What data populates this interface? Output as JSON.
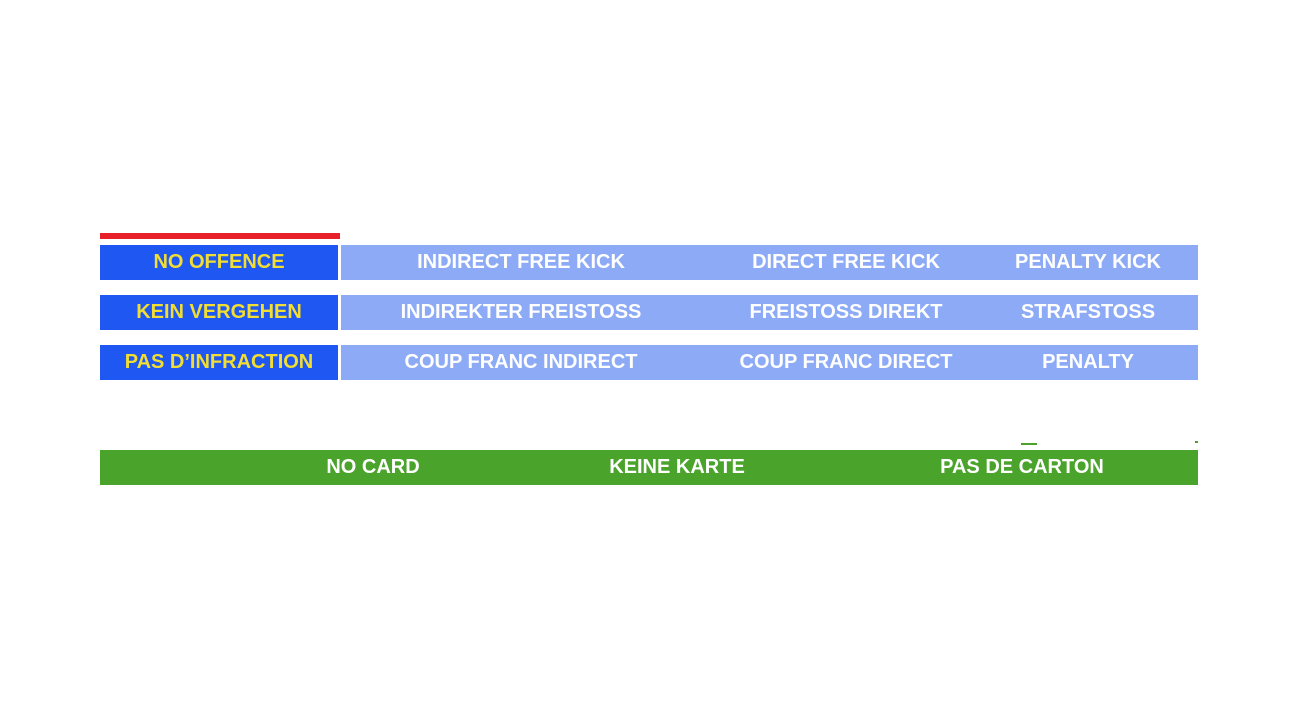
{
  "colors": {
    "background": "#ffffff",
    "dark_blue": "#1e57f1",
    "light_blue": "#8caaf6",
    "yellow": "#f2de33",
    "red": "#e8202a",
    "green": "#4aa32b",
    "text_white": "#ffffff"
  },
  "rows": [
    {
      "language": "english",
      "no_offence": "NO OFFENCE",
      "sanctions": [
        "INDIRECT FREE KICK",
        "DIRECT FREE KICK",
        "PENALTY KICK"
      ]
    },
    {
      "language": "german",
      "no_offence": "KEIN VERGEHEN",
      "sanctions": [
        "INDIREKTER FREISTOSS",
        "FREISTOSS DIREKT",
        "STRAFSTOSS"
      ]
    },
    {
      "language": "french",
      "no_offence": "PAS D’INFRACTION",
      "sanctions": [
        "COUP FRANC INDIRECT",
        "COUP FRANC DIRECT",
        "PENALTY"
      ]
    }
  ],
  "card_bar": {
    "labels": [
      "NO CARD",
      "KEINE KARTE",
      "PAS DE CARTON"
    ]
  }
}
